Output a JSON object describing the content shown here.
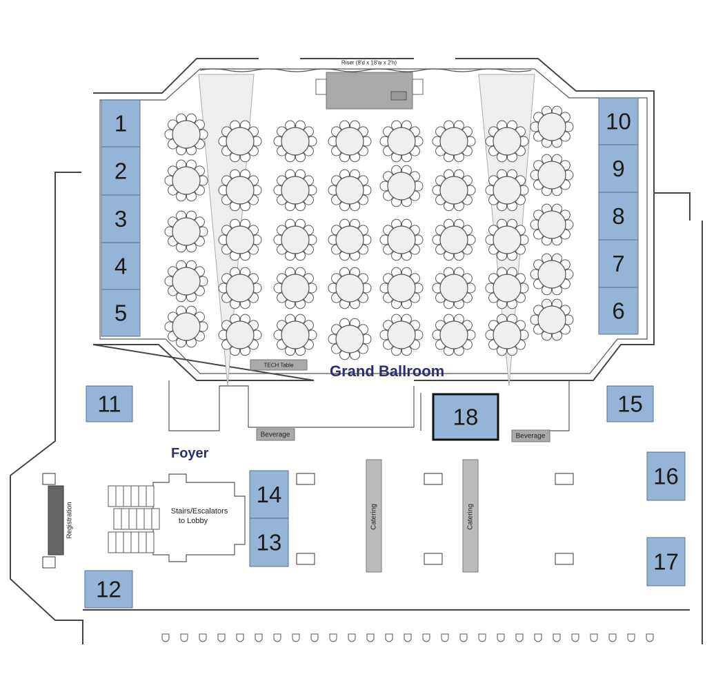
{
  "floor_plan": {
    "room_label": "Grand Ballroom",
    "foyer_label": "Foyer",
    "riser_label": "Riser (8'd x 18'w x 2'h)",
    "tech_table_label": "TECH Table",
    "beverage_labels": [
      "Beverage",
      "Beverage"
    ],
    "registration_label": "Registration",
    "stairs_label_line1": "Stairs/Escalators",
    "stairs_label_line2": "to Lobby",
    "catering_labels": [
      "Catering",
      "Catering"
    ],
    "booths": [
      "1",
      "2",
      "3",
      "4",
      "5",
      "6",
      "7",
      "8",
      "9",
      "10",
      "11",
      "12",
      "13",
      "14",
      "15",
      "16",
      "17",
      "18"
    ],
    "booth_color": "#94b4d8"
  }
}
